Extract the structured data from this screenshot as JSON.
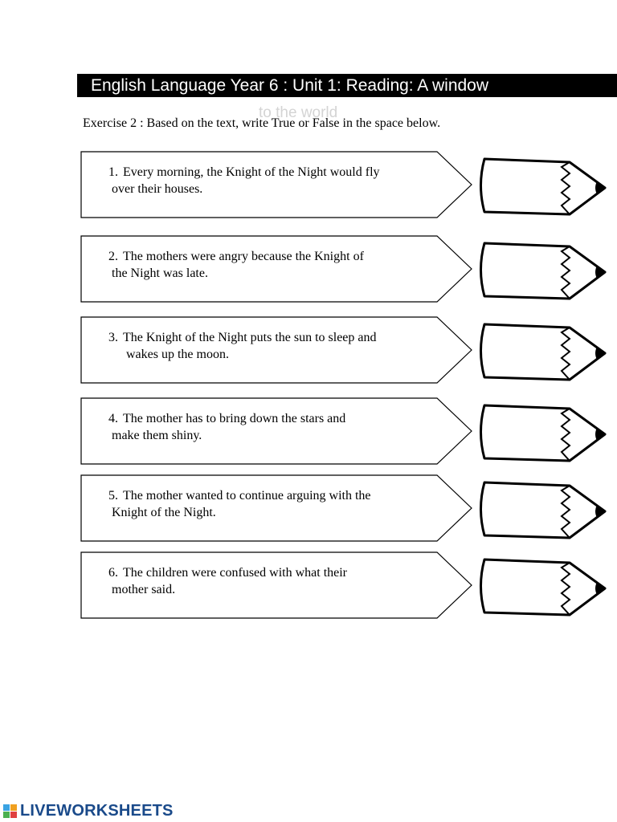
{
  "header": {
    "title": "English Language Year 6 : Unit 1: Reading: A window",
    "title_overflow": "to the world"
  },
  "instruction": "Exercise 2 : Based on the text, write True or False in the space below.",
  "questions": [
    {
      "number": "1.",
      "line1": "Every morning, the Knight of the Night would fly",
      "line2": "over their houses."
    },
    {
      "number": "2.",
      "line1": "The mothers were angry because the Knight of",
      "line2": "the Night was late."
    },
    {
      "number": "3.",
      "line1": "The Knight of the Night puts the sun to sleep and",
      "line2": "wakes up the moon."
    },
    {
      "number": "4.",
      "line1": "The mother has to bring down the stars and",
      "line2": "make them shiny."
    },
    {
      "number": "5.",
      "line1": "The mother wanted to continue arguing with the",
      "line2": "Knight of the Night."
    },
    {
      "number": "6.",
      "line1": "The children were confused with what their",
      "line2": "mother said."
    }
  ],
  "answer_icon": "pencil-icon",
  "footer": {
    "logo_text": "LIVEWORKSHEETS",
    "logo_icon": "liveworksheets-logo-icon",
    "brand_color": "#1a4a8a"
  }
}
